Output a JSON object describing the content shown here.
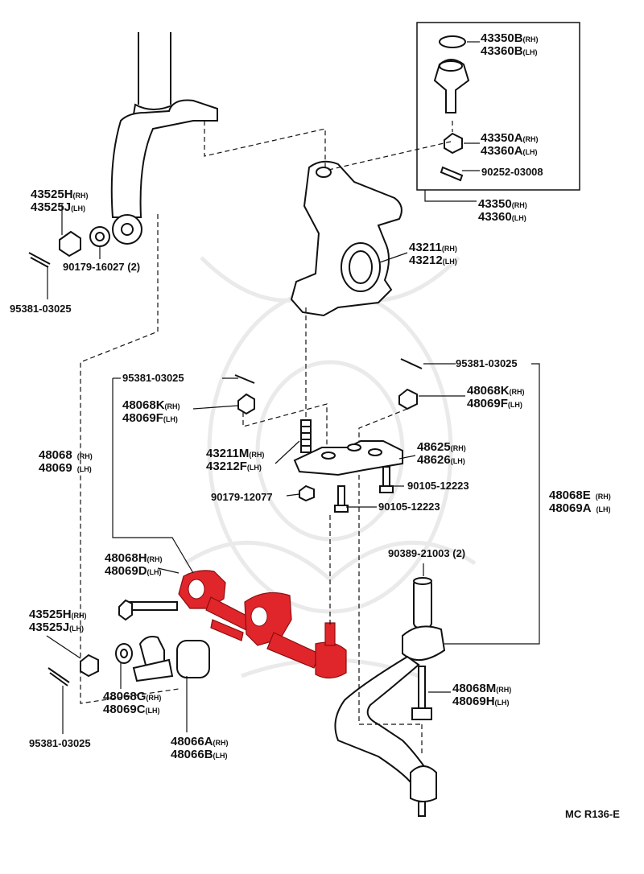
{
  "figure_code": "MC R136-E",
  "colors": {
    "highlight": "#e0262a",
    "ink": "#111111",
    "watermark": "#e8e8e8"
  },
  "labels": {
    "p43350b": "43350B",
    "p43350b_s": "(RH)",
    "p43360b": "43360B",
    "p43360b_s": "(LH)",
    "p43350a": "43350A",
    "p43350a_s": "(RH)",
    "p43360a": "43360A",
    "p43360a_s": "(LH)",
    "p90252": "90252-03008",
    "p43350": "43350",
    "p43350_s": "(RH)",
    "p43360": "43360",
    "p43360_s": "(LH)",
    "p43211": "43211",
    "p43211_s": "(RH)",
    "p43212": "43212",
    "p43212_s": "(LH)",
    "p43525h_top": "43525H",
    "p43525h_top_s": "(RH)",
    "p43525j_top": "43525J",
    "p43525j_top_s": "(LH)",
    "p90179_16027": "90179-16027 (2)",
    "p95381_left": "95381-03025",
    "p95381_mid": "95381-03025",
    "p95381_right": "95381-03025",
    "p48068k_mid": "48068K",
    "p48068k_mid_s": "(RH)",
    "p48069f_mid": "48069F",
    "p48069f_mid_s": "(LH)",
    "p48068k_right": "48068K",
    "p48068k_right_s": "(RH)",
    "p48069f_right": "48069F",
    "p48069f_right_s": "(LH)",
    "p48068": "48068",
    "p48068_s": "(RH)",
    "p48069": "48069",
    "p48069_s": "(LH)",
    "p43211m": "43211M",
    "p43211m_s": "(RH)",
    "p43212f": "43212F",
    "p43212f_s": "(LH)",
    "p48625": "48625",
    "p48625_s": "(RH)",
    "p48626": "48626",
    "p48626_s": "(LH)",
    "p90179_12077": "90179-12077",
    "p90105_a": "90105-12223",
    "p90105_b": "90105-12223",
    "p48068e": "48068E",
    "p48068e_s": "(RH)",
    "p48069a": "48069A",
    "p48069a_s": "(LH)",
    "p90389": "90389-21003 (2)",
    "p48068h": "48068H",
    "p48068h_s": "(RH)",
    "p48069d": "48069D",
    "p48069d_s": "(LH)",
    "p43525h_bot": "43525H",
    "p43525h_bot_s": "(RH)",
    "p43525j_bot": "43525J",
    "p43525j_bot_s": "(LH)",
    "p48068m": "48068M",
    "p48068m_s": "(RH)",
    "p48069h": "48069H",
    "p48069h_s": "(LH)",
    "p48068g": "48068G",
    "p48068g_s": "(RH)",
    "p48069c": "48069C",
    "p48069c_s": "(LH)",
    "p95381_bottom": "95381-03025",
    "p48066a": "48066A",
    "p48066a_s": "(RH)",
    "p48066b": "48066B",
    "p48066b_s": "(LH)"
  }
}
